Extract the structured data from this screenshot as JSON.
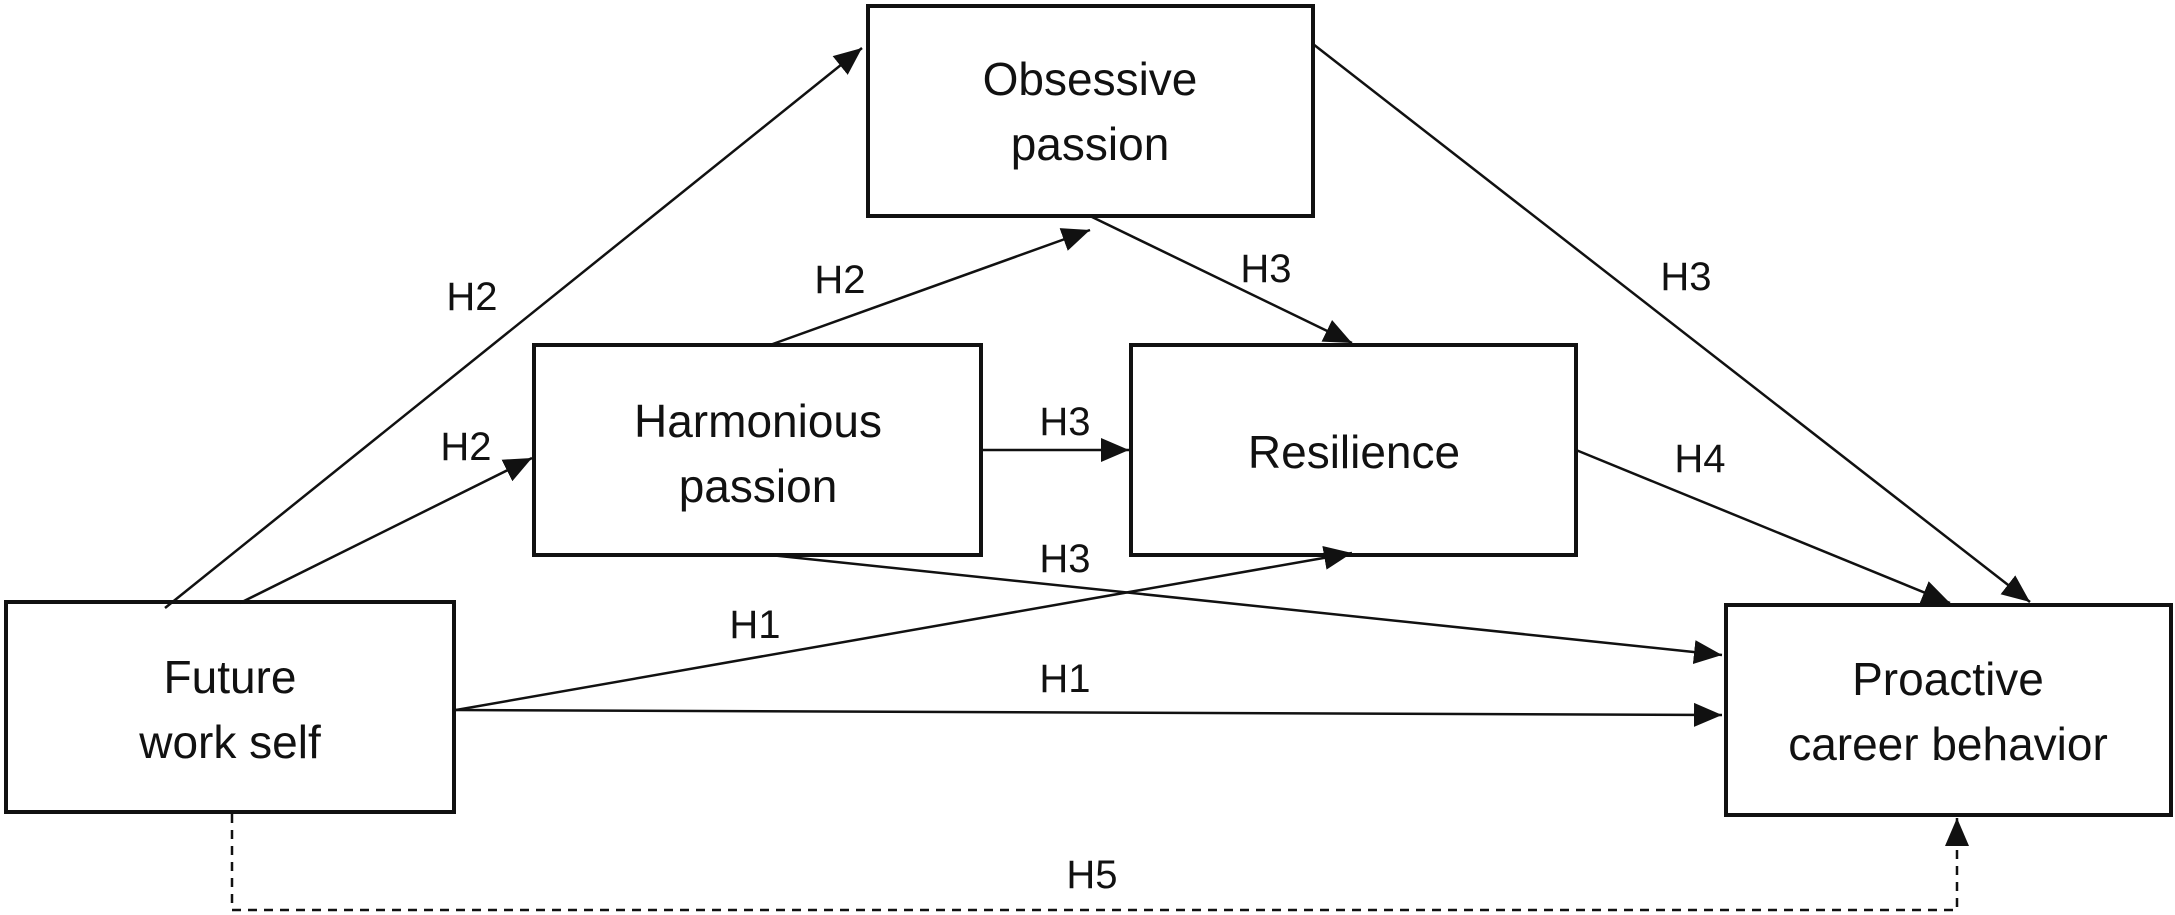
{
  "nodes": {
    "obsessive_passion": {
      "line1": "Obsessive",
      "line2": "passion"
    },
    "harmonious_passion": {
      "line1": "Harmonious",
      "line2": "passion"
    },
    "resilience": {
      "line1": "Resilience"
    },
    "future_work_self": {
      "line1": "Future",
      "line2": "work self"
    },
    "proactive_career_behavior": {
      "line1": "Proactive",
      "line2": "career behavior"
    }
  },
  "edges": {
    "fws_to_op": "H2",
    "hp_to_op": "H2",
    "fws_to_hp": "H2",
    "op_to_res": "H3",
    "hp_to_res": "H3",
    "op_to_pcb": "H3",
    "hp_to_pcb": "H3",
    "res_to_pcb": "H4",
    "fws_to_res": "H1",
    "fws_to_pcb": "H1",
    "fws_to_pcb_indirect": "H5"
  }
}
